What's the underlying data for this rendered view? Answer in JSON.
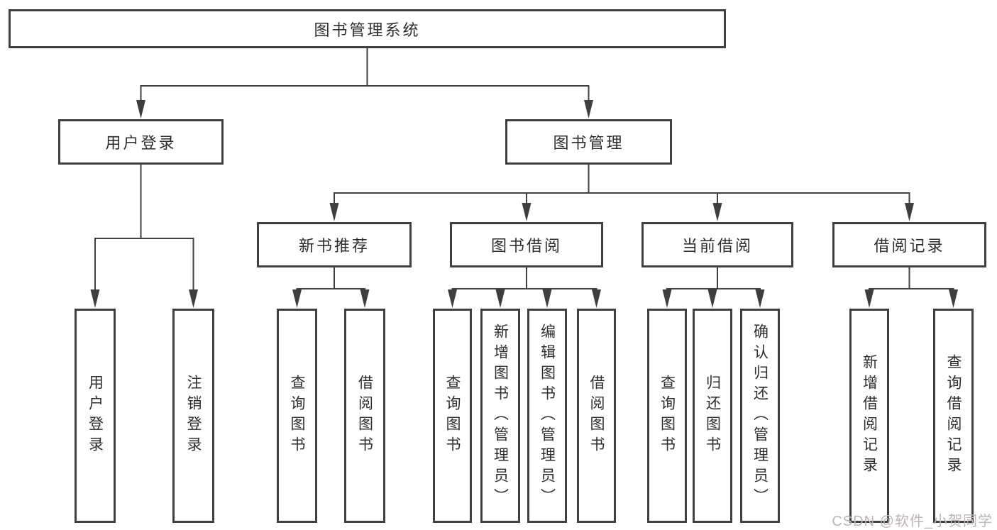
{
  "nodes": {
    "root": "图书管理系统",
    "user_login": "用户登录",
    "book_mgmt": "图书管理",
    "new_books": "新书推荐",
    "book_borrow": "图书借阅",
    "current_borrow": "当前借阅",
    "borrow_records": "借阅记录",
    "leaf_user_login": "用户登录",
    "leaf_logout": "注销登录",
    "leaf_nb_query": "查询图书",
    "leaf_nb_borrow": "借阅图书",
    "leaf_bb_query": "查询图书",
    "leaf_bb_add": "新增图书（管理员）",
    "leaf_bb_edit": "编辑图书（管理员）",
    "leaf_bb_borrow": "借阅图书",
    "leaf_cb_query": "查询图书",
    "leaf_cb_return": "归还图书",
    "leaf_cb_confirm": "确认归还（管理员）",
    "leaf_br_add": "新增借阅记录",
    "leaf_br_query": "查询借阅记录"
  },
  "watermark": "CSDN @软件_小贺同学",
  "colors": {
    "line": "#3f3f3f",
    "box_border": "#3f3f3f",
    "text": "#2d2d2d",
    "watermark": "#bdb5b5",
    "background": "#ffffff"
  }
}
